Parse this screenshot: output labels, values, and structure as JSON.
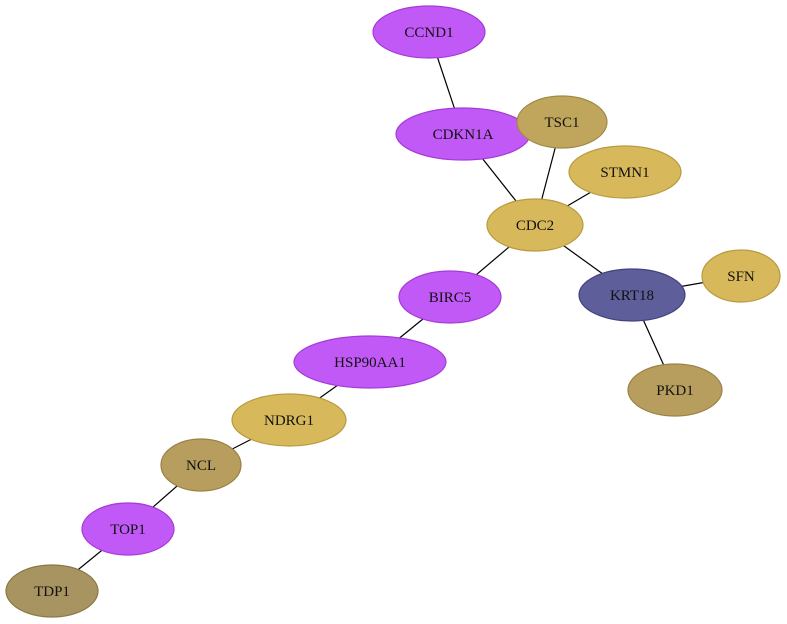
{
  "nodes": [
    {
      "id": "CCND1",
      "label": "CCND1",
      "color": "#c159f7",
      "stroke": "#a63ad6"
    },
    {
      "id": "CDKN1A",
      "label": "CDKN1A",
      "color": "#c159f7",
      "stroke": "#a63ad6"
    },
    {
      "id": "TSC1",
      "label": "TSC1",
      "color": "#bfa65c",
      "stroke": "#9f8a45"
    },
    {
      "id": "STMN1",
      "label": "STMN1",
      "color": "#d7b85a",
      "stroke": "#b89a40"
    },
    {
      "id": "CDC2",
      "label": "CDC2",
      "color": "#d7b85a",
      "stroke": "#b89a40"
    },
    {
      "id": "BIRC5",
      "label": "BIRC5",
      "color": "#c159f7",
      "stroke": "#a63ad6"
    },
    {
      "id": "KRT18",
      "label": "KRT18",
      "color": "#5e5e9b",
      "stroke": "#41417e"
    },
    {
      "id": "SFN",
      "label": "SFN",
      "color": "#d7b85a",
      "stroke": "#b89a40"
    },
    {
      "id": "PKD1",
      "label": "PKD1",
      "color": "#b89e5e",
      "stroke": "#9a8244"
    },
    {
      "id": "HSP90AA1",
      "label": "HSP90AA1",
      "color": "#c159f7",
      "stroke": "#a63ad6"
    },
    {
      "id": "NDRG1",
      "label": "NDRG1",
      "color": "#d7b85a",
      "stroke": "#b89a40"
    },
    {
      "id": "NCL",
      "label": "NCL",
      "color": "#b89e5e",
      "stroke": "#9a8244"
    },
    {
      "id": "TOP1",
      "label": "TOP1",
      "color": "#c159f7",
      "stroke": "#a63ad6"
    },
    {
      "id": "TDP1",
      "label": "TDP1",
      "color": "#a89460",
      "stroke": "#8a7846"
    }
  ],
  "edges": [
    [
      "CCND1",
      "CDKN1A"
    ],
    [
      "CDKN1A",
      "CDC2"
    ],
    [
      "TSC1",
      "CDC2"
    ],
    [
      "STMN1",
      "CDC2"
    ],
    [
      "CDC2",
      "BIRC5"
    ],
    [
      "CDC2",
      "KRT18"
    ],
    [
      "KRT18",
      "SFN"
    ],
    [
      "KRT18",
      "PKD1"
    ],
    [
      "BIRC5",
      "HSP90AA1"
    ],
    [
      "HSP90AA1",
      "NDRG1"
    ],
    [
      "NDRG1",
      "NCL"
    ],
    [
      "NCL",
      "TOP1"
    ],
    [
      "TOP1",
      "TDP1"
    ]
  ]
}
